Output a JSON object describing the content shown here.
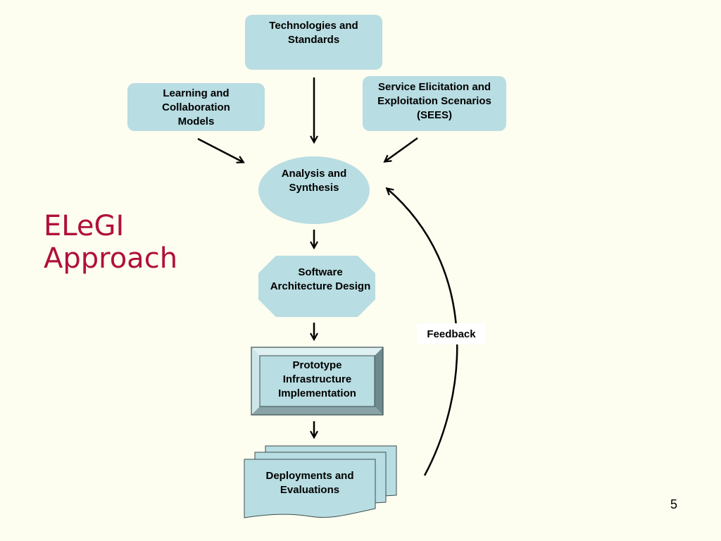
{
  "slide": {
    "title": "ELeGI\nApproach",
    "page_number": "5"
  },
  "nodes": {
    "technologies": "Technologies and\nStandards",
    "learning": "Learning and\nCollaboration\nModels",
    "sees": "Service Elicitation and\nExploitation Scenarios\n(SEES)",
    "analysis": "Analysis and\nSynthesis",
    "architecture": "Software\nArchitecture Design",
    "prototype": "Prototype\nInfrastructure\nImplementation",
    "deployments": "Deployments and\nEvaluations"
  },
  "edges": {
    "feedback_label": "Feedback"
  },
  "colors": {
    "background": "#fdfdf0",
    "node_fill": "#b8dde2",
    "title": "#b0103a",
    "prototype_bevel_dark": "#6e8a8c",
    "prototype_bevel_light": "#dff0f2"
  }
}
